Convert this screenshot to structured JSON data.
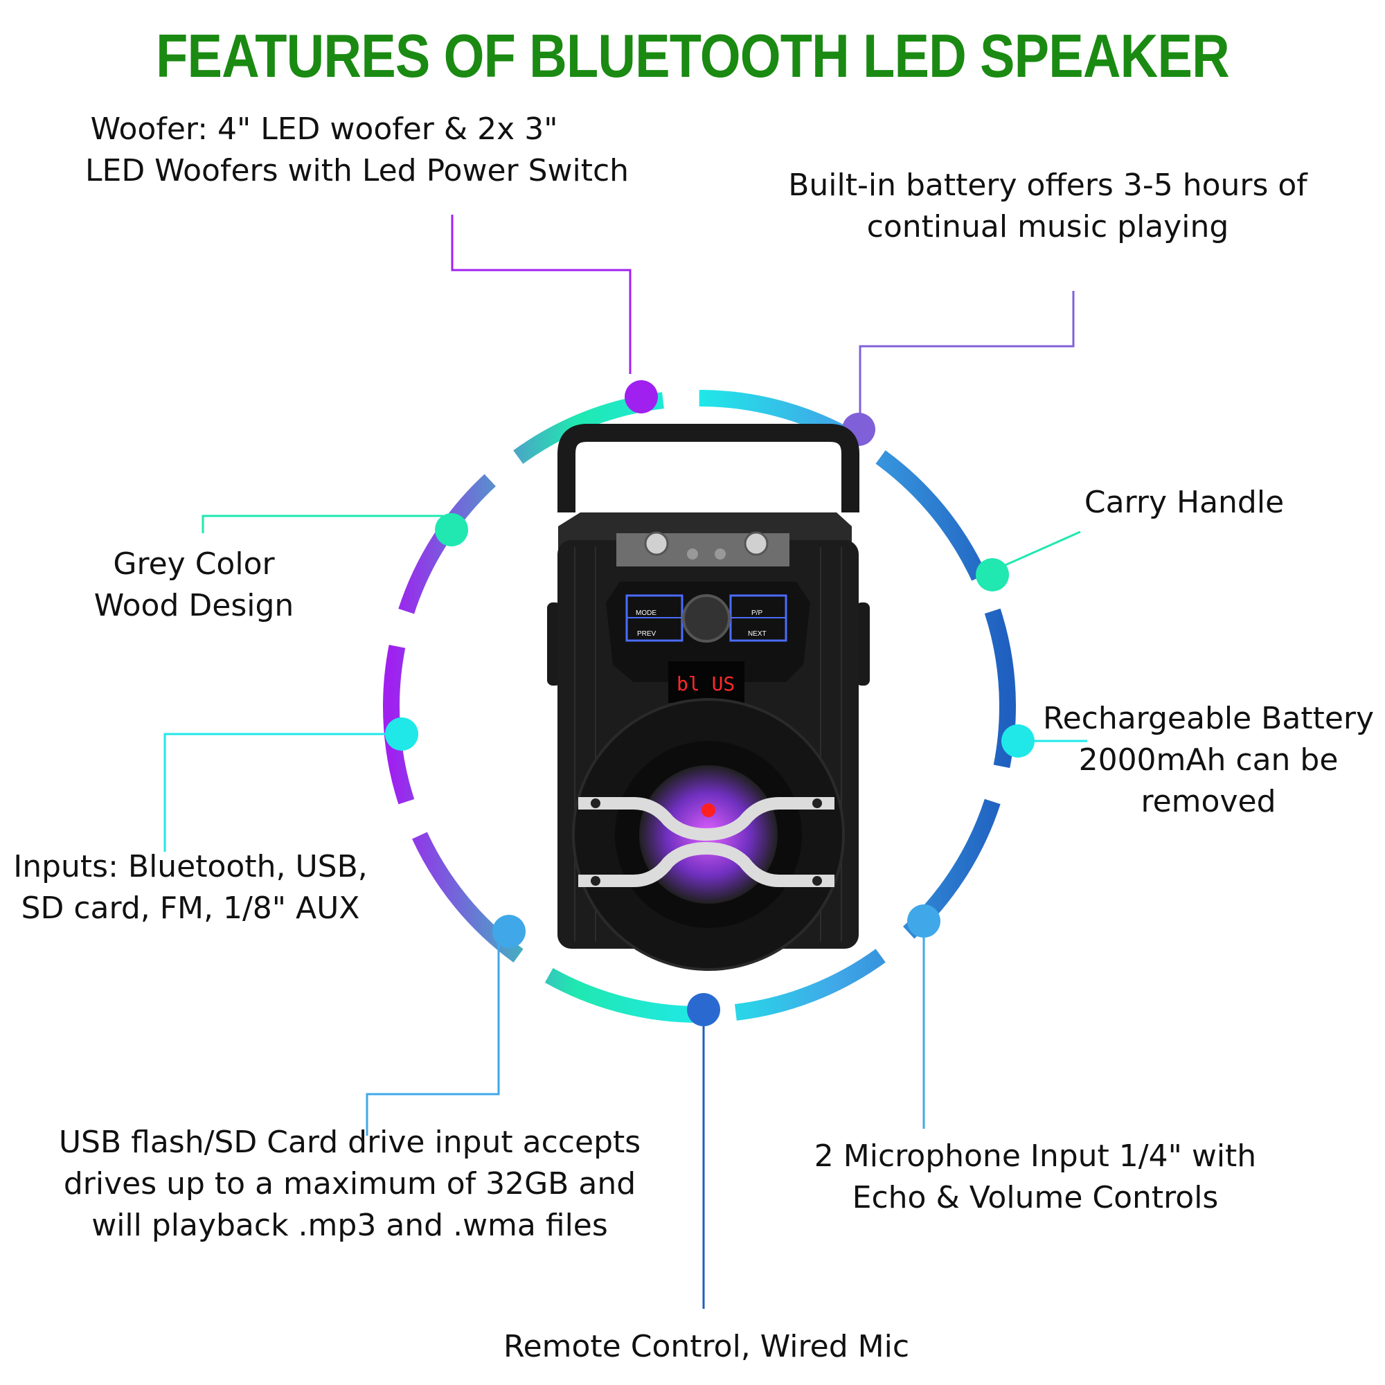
{
  "title": "FEATURES OF  BLUETOOTH LED SPEAKER",
  "colors": {
    "title": "#1a8a12",
    "purple": "#a020f0",
    "violet": "#8060d8",
    "teal": "#20e8b0",
    "cyan": "#20e8e8",
    "light_blue": "#40a8e8",
    "blue": "#2a6ad0",
    "dark_blue": "#1f5fbf"
  },
  "features": {
    "woofer": [
      "Woofer: 4\" LED woofer & 2x 3\"",
      "LED Woofers with Led Power Switch"
    ],
    "battery_life": [
      "Built-in battery offers 3-5 hours of",
      "continual music playing"
    ],
    "carry_handle": [
      "Carry Handle"
    ],
    "design": [
      "Grey Color",
      "Wood Design"
    ],
    "rechargeable": [
      "Rechargeable Battery",
      "2000mAh can be",
      "removed"
    ],
    "inputs": [
      "Inputs: Bluetooth, USB,",
      "SD card, FM, 1/8\" AUX"
    ],
    "microphone": [
      "2 Microphone Input 1/4\" with",
      "Echo & Volume Controls"
    ],
    "usb_sd": [
      "USB flash/SD Card drive input accepts",
      "drives up to a maximum of 32GB and",
      "will playback .mp3 and .wma files"
    ],
    "remote": [
      "Remote Control, Wired Mic"
    ]
  },
  "speaker": {
    "display_text": "bl US",
    "buttons": [
      "MODE",
      "P/P",
      "PREV",
      "NEXT"
    ]
  }
}
